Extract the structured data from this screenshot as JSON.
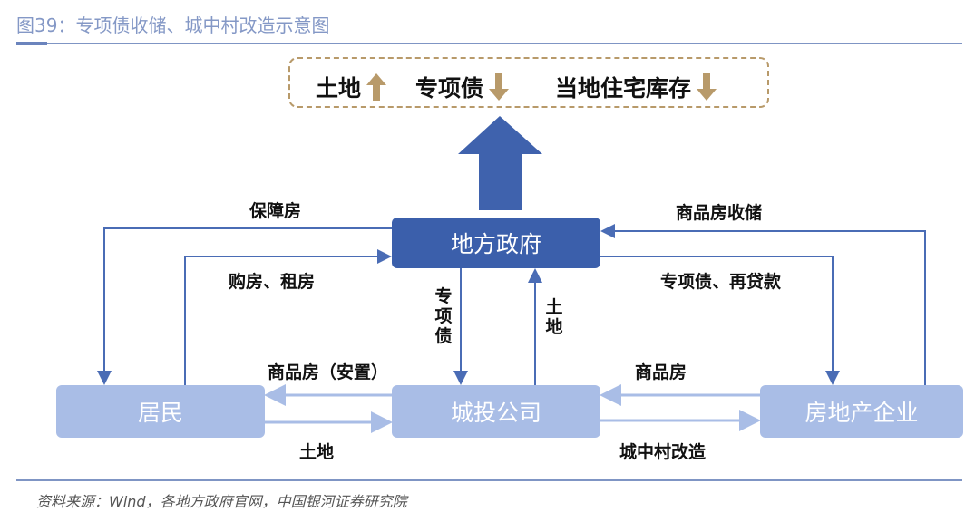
{
  "title": "图39：专项债收储、城中村改造示意图",
  "top_box": {
    "items": [
      {
        "label": "土地",
        "direction": "up",
        "icon": "arrow-up-icon"
      },
      {
        "label": "专项债",
        "direction": "down",
        "icon": "arrow-down-icon"
      },
      {
        "label": "当地住宅库存",
        "direction": "down",
        "icon": "arrow-down-icon"
      }
    ]
  },
  "nodes": {
    "gov": "地方政府",
    "residents": "居民",
    "lgfv": "城投公司",
    "developer": "房地产企业"
  },
  "edges": {
    "gov_to_residents": "保障房",
    "residents_to_gov": "购房、租房",
    "gov_to_lgfv": "专项债",
    "lgfv_to_gov": "土地",
    "developer_to_gov": "商品房收储",
    "gov_to_developer": "专项债、再贷款",
    "lgfv_to_residents": "商品房（安置）",
    "residents_to_lgfv": "土地",
    "developer_to_lgfv": "商品房",
    "lgfv_to_developer": "城中村改造"
  },
  "colors": {
    "dark_blue": "#3b5fab",
    "light_blue": "#a9bde6",
    "gold": "#b89a6a"
  },
  "footer": "资料来源：Wind，各地方政府官网，中国银河证券研究院"
}
